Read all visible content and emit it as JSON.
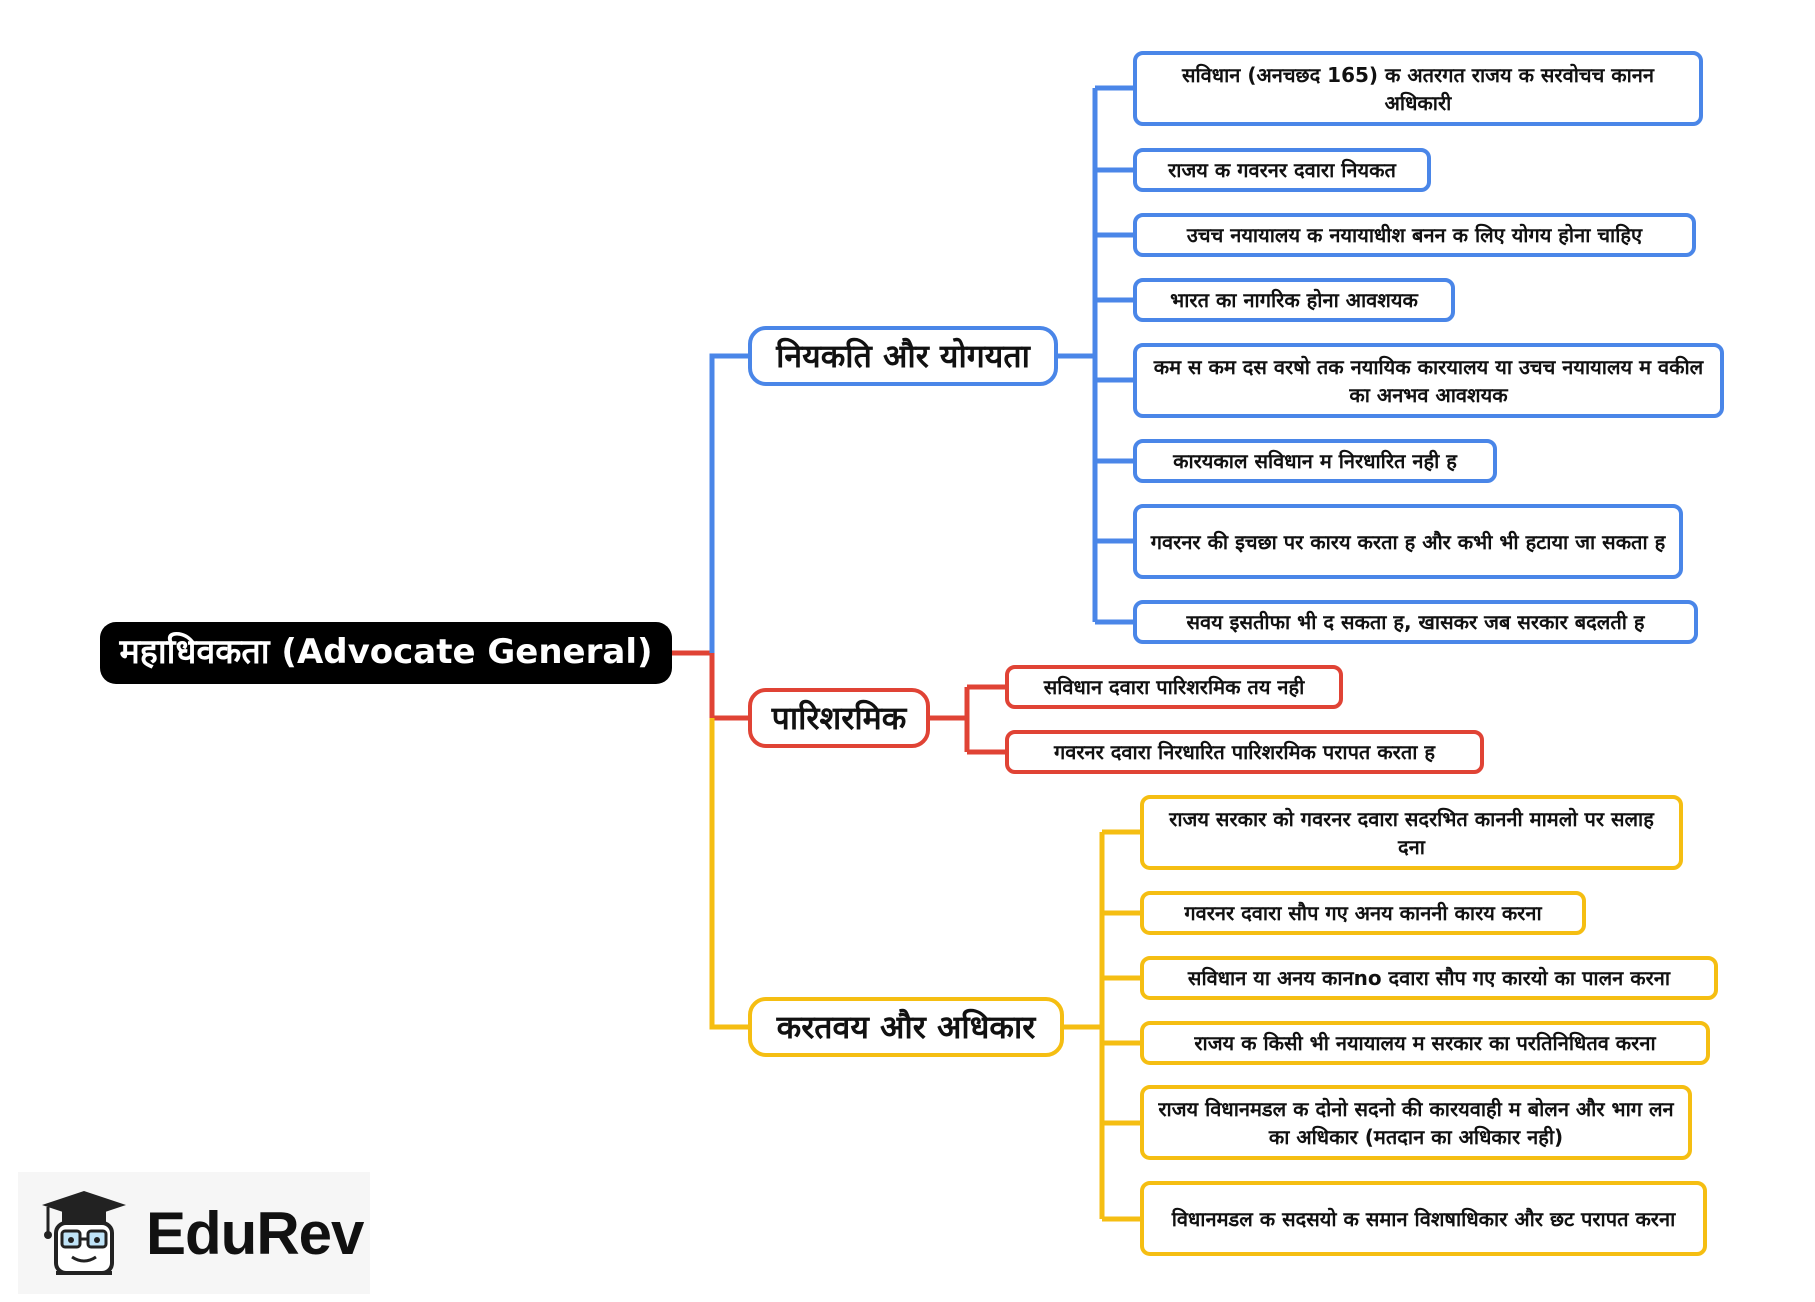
{
  "root": {
    "label": "महाधिवकता (Advocate General)"
  },
  "branches": [
    {
      "label": "नियकति और योगयता",
      "color": "#4a86e8",
      "items": [
        "सविधान (अनचछद 165) क अतरगत राजय क सरवोचच कानन अधिकारी",
        "राजय क गवरनर दवारा नियकत",
        "उचच नयायालय क नयायाधीश बनन क लिए योगय होना चाहिए",
        "भारत का नागरिक होना आवशयक",
        "कम स कम दस वरषो तक नयायिक कारयालय या उचच नयायालय म वकील का अनभव आवशयक",
        "कारयकाल सविधान म निरधारित नही ह",
        "गवरनर की इचछा पर कारय करता ह और कभी भी हटाया जा सकता ह",
        "सवय इसतीफा भी द सकता ह, खासकर जब सरकार बदलती ह"
      ]
    },
    {
      "label": "पारिशरमिक",
      "color": "#e04335",
      "items": [
        "सविधान दवारा पारिशरमिक तय नही",
        "गवरनर दवारा निरधारित पारिशरमिक परापत करता ह"
      ]
    },
    {
      "label": "करतवय और अधिकार",
      "color": "#f5be12",
      "items": [
        "राजय सरकार को गवरनर दवारा सदरभित काननी मामलो पर सलाह दना",
        "गवरनर दवारा सौप गए अनय काननी कारय करना",
        "सविधान या अनय कानno दवारा सौप गए कारयो का पालन करना",
        "राजय क किसी भी नयायालय म सरकार का परतिनिधितव करना",
        "राजय विधानमडल क दोनो सदनो की कारयवाही म बोलन और भाग लन का अधिकार (मतदान का अधिकार नही)",
        "विधानमडल क सदसयो क समान विशषाधिकार और छट परापत करना"
      ]
    }
  ],
  "logo": {
    "brand": "EduRev",
    "icon": "graduation-cap-mascot-icon"
  }
}
